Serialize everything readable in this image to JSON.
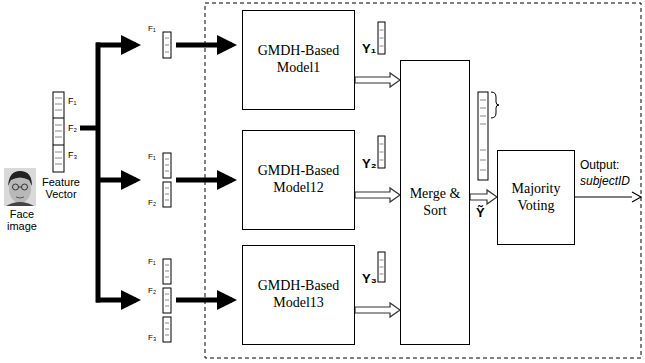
{
  "diagram": {
    "nodes": [
      {
        "text": [
          "GMDH-Based Model1"
        ]
      },
      {
        "text": [
          "GMDH-Based Model12"
        ]
      },
      {
        "text": [
          "GMDH-Based Model13"
        ]
      },
      {
        "text": [
          "Merge & Sort"
        ]
      },
      {
        "text": [
          "Majority Voting"
        ]
      }
    ],
    "edges": [
      {
        "from": 0,
        "to": 3,
        "label": "Y₁",
        "arrow": "to"
      },
      {
        "from": 1,
        "to": 3,
        "label": "Y₂",
        "arrow": "to"
      },
      {
        "from": 2,
        "to": 3,
        "label": "Y₃",
        "arrow": "to"
      },
      {
        "from": 3,
        "to": 4,
        "label": "Ỹ",
        "arrow": "to"
      }
    ],
    "labels": [
      "Face image",
      "Feature Vector",
      "F₁",
      "F₂",
      "F₃",
      "F₁",
      "F₁",
      "F₂",
      "F₁",
      "F₂",
      "F₃",
      "Output:",
      "subjectID"
    ]
  }
}
